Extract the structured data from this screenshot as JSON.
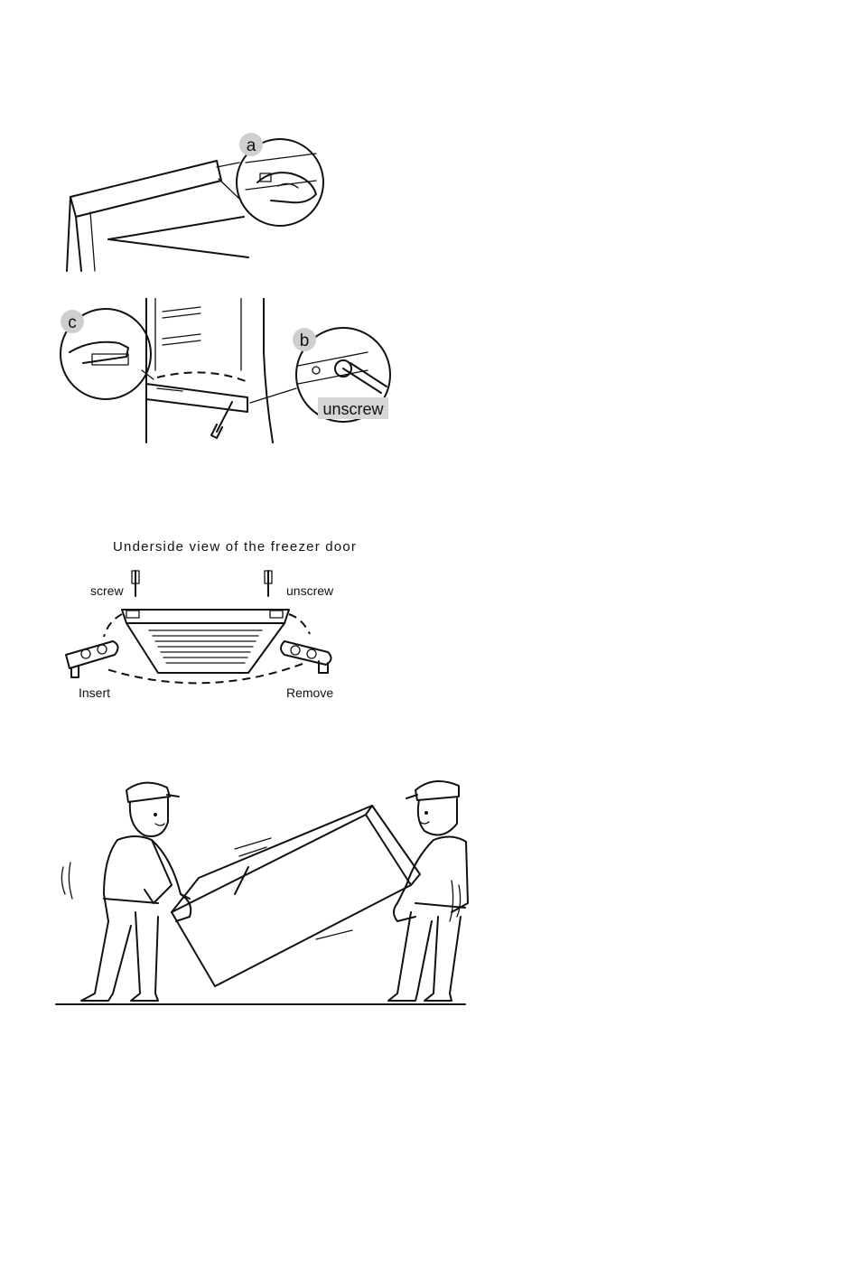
{
  "figure_hinge": {
    "callout_a": "a",
    "callout_b": "b",
    "callout_c": "c",
    "unscrew_label": "unscrew"
  },
  "figure_door": {
    "caption": "Underside view of the freezer door",
    "screw_label": "screw",
    "unscrew_label": "unscrew",
    "insert_label": "Insert",
    "remove_label": "Remove"
  },
  "figure_lifting": {}
}
